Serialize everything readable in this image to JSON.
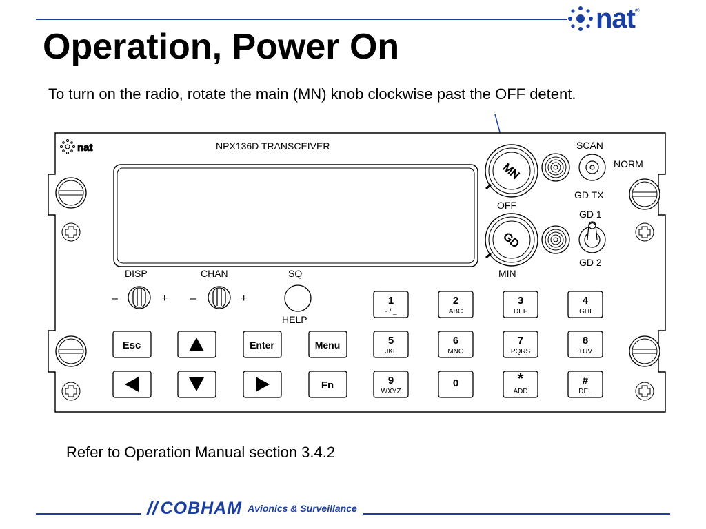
{
  "header": {
    "brand": "nat",
    "registered_mark": "®",
    "title": "Operation, Power On"
  },
  "instruction": "To turn on the radio, rotate the main (MN) knob clockwise past the OFF detent.",
  "reference": "Refer to Operation Manual section 3.4.2",
  "footer": {
    "slashes": "//",
    "brand": "COBHAM",
    "division": "Avionics & Surveillance"
  },
  "panel": {
    "brand": "nat",
    "model": "NPX136D TRANSCEIVER",
    "knobs": {
      "mn": "MN",
      "gd": "GD",
      "off": "OFF",
      "min": "MIN"
    },
    "switches": {
      "scan": "SCAN",
      "norm": "NORM",
      "gd_tx": "GD TX",
      "gd1": "GD 1",
      "gd2": "GD 2"
    },
    "controls": {
      "disp": "DISP",
      "chan": "CHAN",
      "sq": "SQ",
      "help": "HELP",
      "minus": "–",
      "plus": "+"
    },
    "nav_keys": {
      "esc": "Esc",
      "enter": "Enter",
      "menu": "Menu",
      "fn": "Fn",
      "up": "▲",
      "down": "▼",
      "left": "◀",
      "right": "▶"
    },
    "keypad": [
      {
        "main": "1",
        "sub": "- / _"
      },
      {
        "main": "2",
        "sub": "ABC"
      },
      {
        "main": "3",
        "sub": "DEF"
      },
      {
        "main": "4",
        "sub": "GHI"
      },
      {
        "main": "5",
        "sub": "JKL"
      },
      {
        "main": "6",
        "sub": "MNO"
      },
      {
        "main": "7",
        "sub": "PQRS"
      },
      {
        "main": "8",
        "sub": "TUV"
      },
      {
        "main": "9",
        "sub": "WXYZ"
      },
      {
        "main": "0",
        "sub": ""
      },
      {
        "main": "*",
        "sub": "ADD"
      },
      {
        "main": "#",
        "sub": "DEL"
      }
    ]
  },
  "colors": {
    "accent": "#1b3fa0",
    "pointer": "#1b3fa0"
  }
}
